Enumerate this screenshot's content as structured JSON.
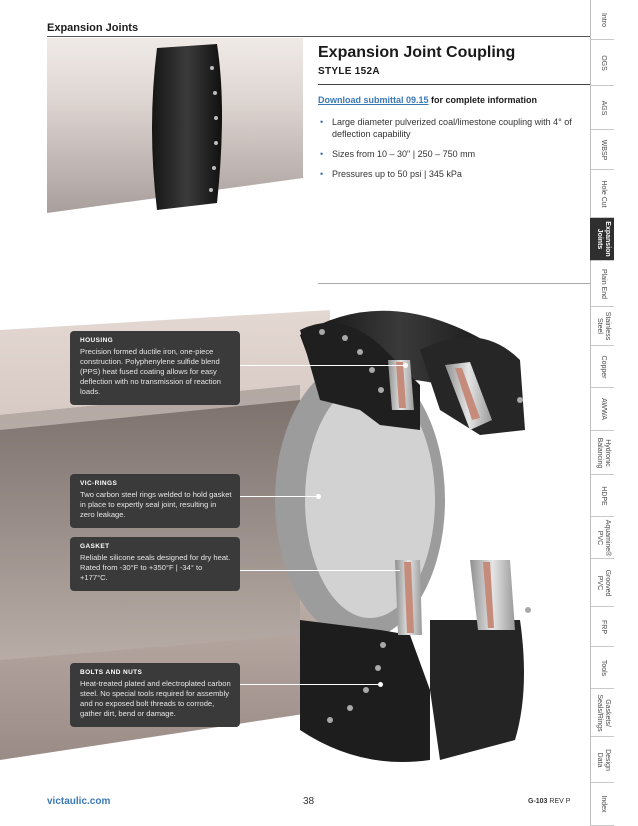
{
  "header": {
    "section_title": "Expansion Joints"
  },
  "tabs": [
    {
      "label": "Intro",
      "active": false
    },
    {
      "label": "OGS",
      "active": false
    },
    {
      "label": "AGS",
      "active": false
    },
    {
      "label": "WBSP",
      "active": false
    },
    {
      "label": "Hole Cut",
      "active": false
    },
    {
      "label": "Expansion Joints",
      "active": true
    },
    {
      "label": "Plain End",
      "active": false
    },
    {
      "label": "Stainless Steel",
      "active": false
    },
    {
      "label": "Copper",
      "active": false
    },
    {
      "label": "AWWA",
      "active": false
    },
    {
      "label": "Hydronic Balancing",
      "active": false
    },
    {
      "label": "HDPE",
      "active": false
    },
    {
      "label": "Aquamine® PVC",
      "active": false
    },
    {
      "label": "Grooved PVC",
      "active": false
    },
    {
      "label": "FRP",
      "active": false
    },
    {
      "label": "Tools",
      "active": false
    },
    {
      "label": "Gaskets/ Seals/Rings",
      "active": false
    },
    {
      "label": "Design Data",
      "active": false
    },
    {
      "label": "Index",
      "active": false
    }
  ],
  "product": {
    "title": "Expansion Joint Coupling",
    "style": "STYLE 152A",
    "download_link": "Download submittal 09.15",
    "download_suffix": " for complete information",
    "bullets": [
      "Large diameter pulverized coal/limestone coupling with 4° of deflection capability",
      "Sizes from 10 – 30\" | 250 – 750 mm",
      "Pressures up to 50 psi | 345 kPa"
    ]
  },
  "callouts": {
    "housing": {
      "title": "HOUSING",
      "text": "Precision formed ductile iron, one-piece construction. Polyphenylene sulfide blend (PPS) heat fused coating allows for easy deflection with no transmission of reaction loads."
    },
    "vicrings": {
      "title": "VIC-RINGS",
      "text": "Two carbon steel rings welded to hold gasket in place to expertly seal joint, resulting in zero leakage."
    },
    "gasket": {
      "title": "GASKET",
      "text": "Reliable silicone seals designed for dry heat. Rated from -30°F to +350°F | -34° to +177°C."
    },
    "bolts": {
      "title": "BOLTS AND NUTS",
      "text": "Heat-treated plated and electroplated carbon steel. No special tools required for assembly and no exposed bolt threads to corrode, gather dirt, bend or damage."
    }
  },
  "footer": {
    "url": "victaulic.com",
    "page": "38",
    "code_bold": "G-103",
    "code_rev": " REV P"
  }
}
